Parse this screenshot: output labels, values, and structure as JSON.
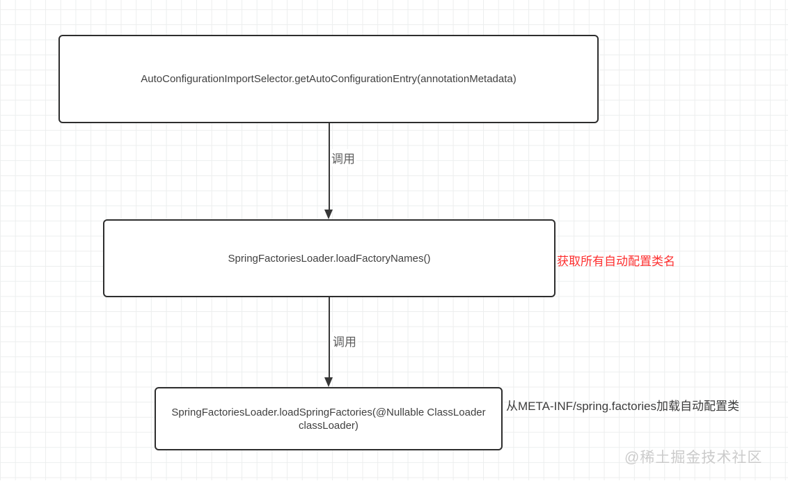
{
  "diagram": {
    "title_hint": "Spring Boot auto-configuration loading flowchart",
    "nodes": [
      {
        "id": "get-auto-configuration-entry",
        "label": "AutoConfigurationImportSelector.getAutoConfigurationEntry(annotationMetadata)"
      },
      {
        "id": "load-factory-names",
        "label": "SpringFactoriesLoader.loadFactoryNames()"
      },
      {
        "id": "load-spring-factories",
        "label": "SpringFactoriesLoader.loadSpringFactories(@Nullable ClassLoader classLoader)"
      }
    ],
    "edges": [
      {
        "from": 0,
        "to": 1,
        "label": "调用"
      },
      {
        "from": 1,
        "to": 2,
        "label": "调用"
      }
    ],
    "annotations": [
      {
        "text": "获取所有自动配置类名",
        "color": "#fd2f2f",
        "attached_to": "load-factory-names"
      },
      {
        "text": "从META-INF/spring.factories加载自动配置类",
        "color": "#3c3c3c",
        "attached_to": "load-spring-factories"
      }
    ],
    "watermark": "@稀土掘金技术社区"
  },
  "colors": {
    "node_border": "#2d2d2d",
    "node_fill": "#ffffff",
    "node_text": "#3f3f3f",
    "arrow": "#373737",
    "edge_label": "#5f5f5f",
    "annotation_red": "#fd2f2f",
    "annotation_dark": "#3c3c3c",
    "watermark": "#cbcbcb",
    "grid_line": "#eceeee",
    "background": "#ffffff"
  }
}
